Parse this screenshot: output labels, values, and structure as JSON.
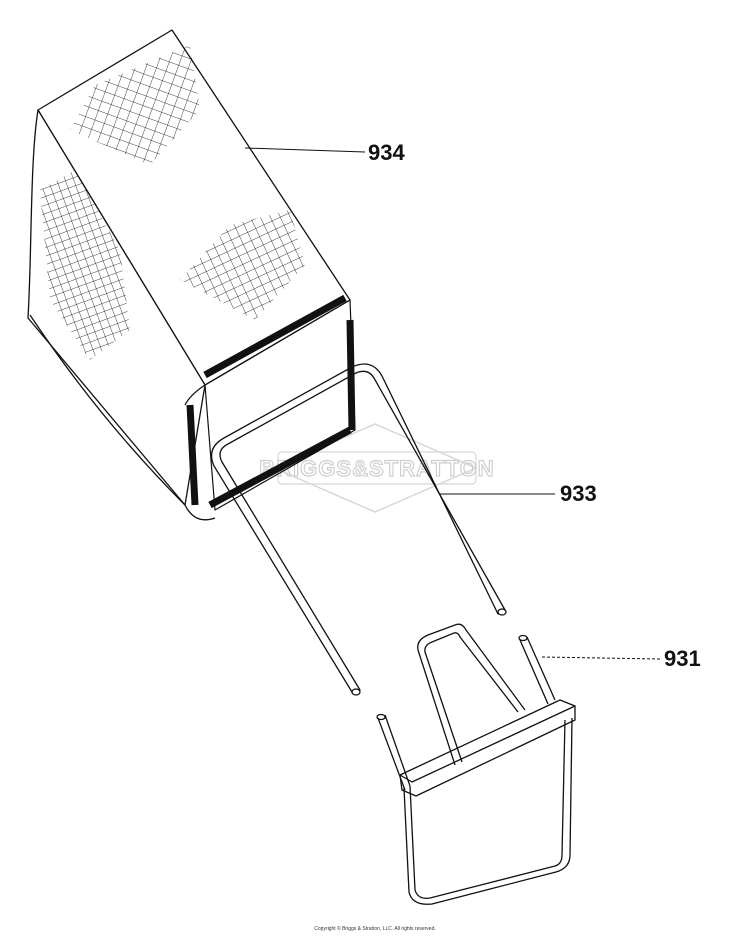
{
  "callouts": {
    "bag": "934",
    "frame": "933",
    "handle": "931"
  },
  "watermark": "BRIGGS&STRATTON",
  "copyright": "Copyright © Briggs & Stratton, LLC. All rights reserved.",
  "colors": {
    "ink": "#111111",
    "watermark": "#cfcfcf",
    "background": "#ffffff"
  }
}
